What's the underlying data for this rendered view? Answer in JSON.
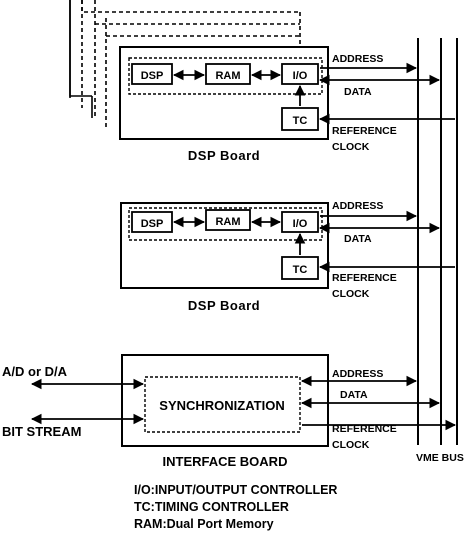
{
  "chips": {
    "dsp": "DSP",
    "ram": "RAM",
    "io": "I/O",
    "tc": "TC"
  },
  "signals": {
    "address": "ADDRESS",
    "data": "DATA",
    "reference": "REFERENCE",
    "clock": "CLOCK"
  },
  "boards": {
    "dsp_board": "DSP Board",
    "interface_board": "INTERFACE BOARD",
    "synchronization": "SYNCHRONIZATION"
  },
  "external": {
    "ad_da": "A/D or D/A",
    "bit_stream": "BIT STREAM"
  },
  "bus": {
    "label": "VME BUS"
  },
  "legend": [
    "I/O:INPUT/OUTPUT CONTROLLER",
    "TC:TIMING CONTROLLER",
    "RAM:Dual Port Memory"
  ],
  "colors": {
    "line": "#000000",
    "background": "#ffffff"
  }
}
